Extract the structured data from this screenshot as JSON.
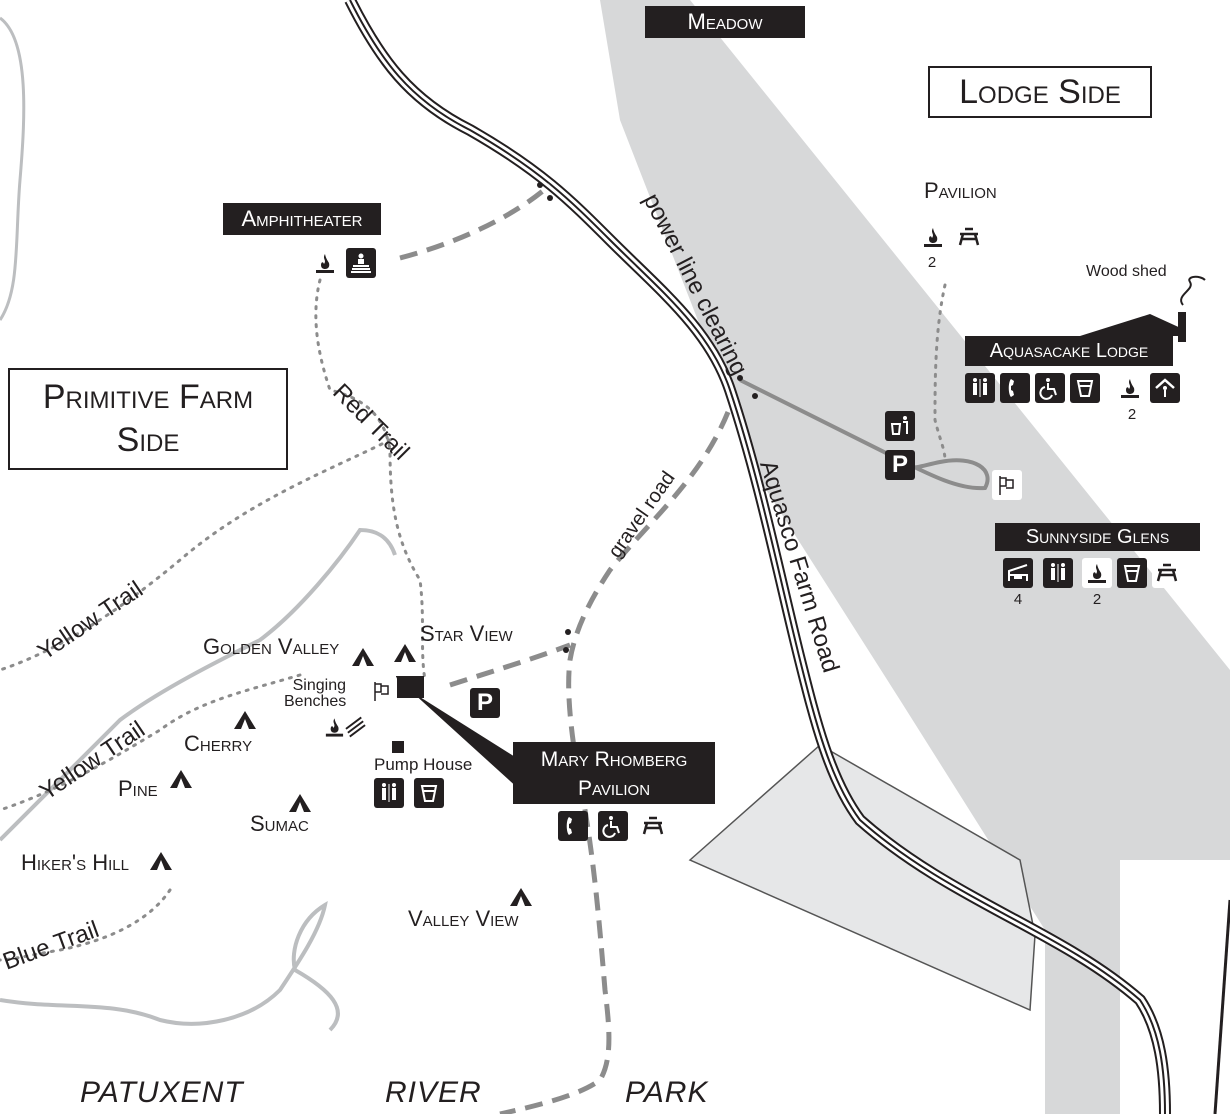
{
  "areas": {
    "lodge_side": "Lodge Side",
    "primitive_farm_side_line1": "Primitive Farm",
    "primitive_farm_side_line2": "Side",
    "meadow": "Meadow"
  },
  "places": {
    "amphitheater": "Amphitheater",
    "pavilion": "Pavilion",
    "aquasacake_lodge": "Aquasacake Lodge",
    "wood_shed": "Wood shed",
    "sunnyside_glens": "Sunnyside Glens",
    "mary_rhomberg_line1": "Mary Rhomberg",
    "mary_rhomberg_line2": "Pavilion",
    "pump_house": "Pump House",
    "singing_benches_line1": "Singing",
    "singing_benches_line2": "Benches"
  },
  "campsites": {
    "golden_valley": "Golden Valley",
    "star_view": "Star View",
    "cherry": "Cherry",
    "pine": "Pine",
    "sumac": "Sumac",
    "hikers_hill": "Hiker's Hill",
    "valley_view": "Valley View"
  },
  "trails": {
    "red_trail": "Red Trail",
    "yellow_trail_upper": "Yellow Trail",
    "yellow_trail_lower": "Yellow Trail",
    "blue_trail": "Blue Trail",
    "power_line_clearing": "power line clearing",
    "gravel_road": "gravel road",
    "aquasco_farm_road": "Aquasco Farm Road"
  },
  "bottom_labels": {
    "patuxent": "PATUXENT",
    "river": "RIVER",
    "park": "PARK"
  },
  "counts": {
    "pavilion_firepits": "2",
    "lodge_firepits": "2",
    "sunnyside_shelters": "4",
    "sunnyside_firepits": "2"
  },
  "icons": {
    "parking": "P",
    "restroom": "restroom-icon",
    "phone": "phone-icon",
    "accessible": "wheelchair-icon",
    "water": "water-icon",
    "firepit": "firepit-icon",
    "shelter": "shelter-icon",
    "picnic": "picnic-table-icon",
    "flag": "flag-icon",
    "tent": "tent-icon"
  },
  "colors": {
    "ink": "#231f20",
    "light_fill": "#d7d8d9",
    "trail_gray": "#8c8c8c"
  }
}
